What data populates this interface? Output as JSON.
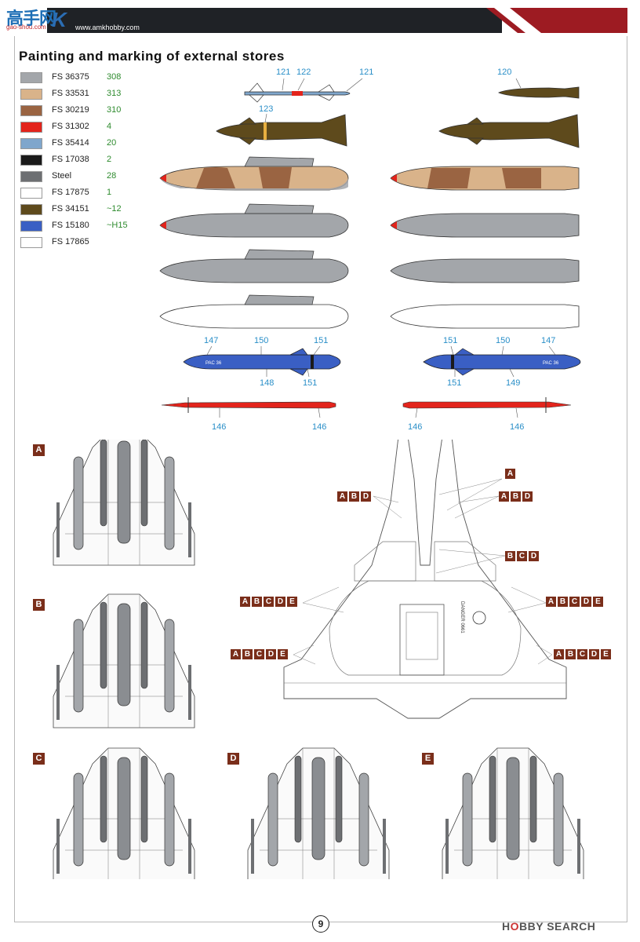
{
  "header": {
    "logo_text": "高手网",
    "logo_letter": "K",
    "logo_sub": "gao-shou.com",
    "site_url": "www.amkhobby.com"
  },
  "title": "Painting and marking of external stores",
  "legend": [
    {
      "name": "FS 36375",
      "code": "308",
      "color": "#a3a6aa"
    },
    {
      "name": "FS 33531",
      "code": "313",
      "color": "#d9b38a"
    },
    {
      "name": "FS 30219",
      "code": "310",
      "color": "#9a6442"
    },
    {
      "name": "FS 31302",
      "code": "4",
      "color": "#e3241c"
    },
    {
      "name": "FS 35414",
      "code": "20",
      "color": "#7fa6cc"
    },
    {
      "name": "FS 17038",
      "code": "2",
      "color": "#1a1a1a"
    },
    {
      "name": "Steel",
      "code": "28",
      "color": "#6d6f72"
    },
    {
      "name": "FS 17875",
      "code": "1",
      "color": "#ffffff"
    },
    {
      "name": "FS 34151",
      "code": "~12",
      "color": "#5e4a1c"
    },
    {
      "name": "FS 15180",
      "code": "~H15",
      "color": "#3a5fc4"
    },
    {
      "name": "FS 17865",
      "code": "",
      "color": "#ffffff"
    }
  ],
  "callouts": {
    "c121a": "121",
    "c122": "122",
    "c121b": "121",
    "c120": "120",
    "c123": "123",
    "c147a": "147",
    "c150a": "150",
    "c151a": "151",
    "c148": "148",
    "c151b": "151",
    "c151c": "151",
    "c150b": "150",
    "c147b": "147",
    "c151d": "151",
    "c149": "149",
    "c146a": "146",
    "c146b": "146",
    "c146c": "146",
    "c146d": "146"
  },
  "missile_text": {
    "pac_left": "PAC 36",
    "pac_right": "PAC 36"
  },
  "variants": [
    "A",
    "B",
    "C",
    "D",
    "E"
  ],
  "station_labels": {
    "a_top": [
      "A"
    ],
    "abd_left": [
      "A",
      "B",
      "D"
    ],
    "abd_right": [
      "A",
      "B",
      "D"
    ],
    "bcd_center": [
      "B",
      "C",
      "D"
    ],
    "abcde_left1": [
      "A",
      "B",
      "C",
      "D",
      "E"
    ],
    "abcde_right1": [
      "A",
      "B",
      "C",
      "D",
      "E"
    ],
    "abcde_left2": [
      "A",
      "B",
      "C",
      "D",
      "E"
    ],
    "abcde_right2": [
      "A",
      "B",
      "C",
      "D",
      "E"
    ]
  },
  "airframe_stencil": "DANGER 0661",
  "page_number": "9",
  "watermark": {
    "part1": "H",
    "o": "O",
    "part2": "BBY SEARCH"
  }
}
